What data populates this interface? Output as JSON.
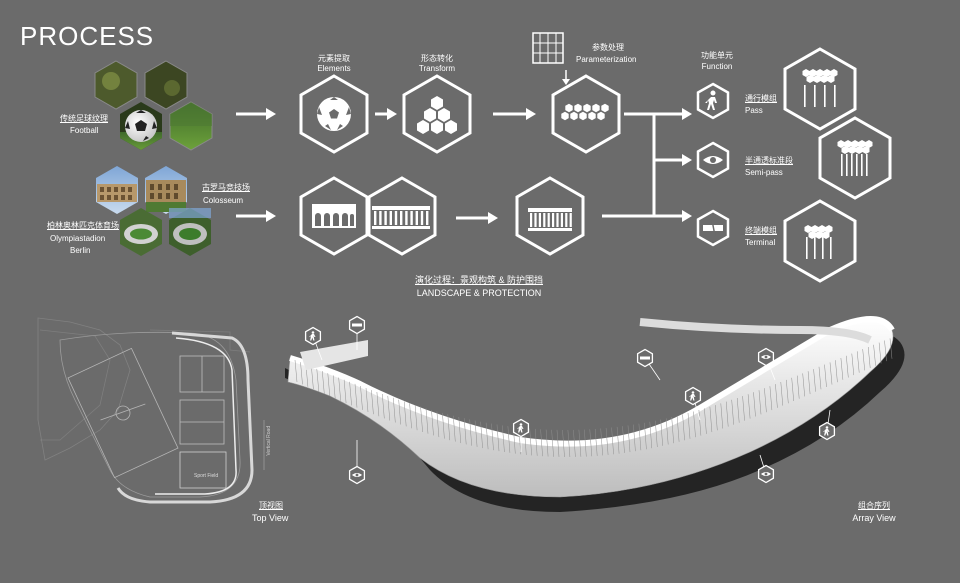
{
  "title": "PROCESS",
  "sources": {
    "football": {
      "cn": "传统足球纹理",
      "en": "Football"
    },
    "colosseum": {
      "cn": "古罗马竞技场",
      "en": "Colosseum"
    },
    "olympia": {
      "cn": "柏林奥林匹克体育场",
      "en1": "Olympiastadion",
      "en2": "Berlin"
    }
  },
  "steps": {
    "elements": {
      "cn": "元素提取",
      "en": "Elements"
    },
    "transform": {
      "cn": "形态转化",
      "en": "Transform"
    },
    "param": {
      "cn": "参数处理",
      "en": "Parameterization"
    },
    "function": {
      "cn": "功能单元",
      "en": "Function"
    }
  },
  "functions": {
    "pass": {
      "cn": "通行模组",
      "en": "Pass"
    },
    "semi": {
      "cn": "半通透标准段",
      "en": "Semi-pass"
    },
    "terminal": {
      "cn": "终端模组",
      "en": "Terminal"
    }
  },
  "evolution": {
    "cn": "演化过程：景观构筑 & 防护围挡",
    "en": "LANDSCAPE & PROTECTION"
  },
  "plan": {
    "cn": "顶视图",
    "en": "Top View",
    "field_label": "Sport Field",
    "road_label": "Vertical Road"
  },
  "array": {
    "cn": "组合序列",
    "en": "Array View"
  },
  "icons": [
    "soccer-ball-icon",
    "hexagon-cluster-icon",
    "honeycomb-icon",
    "arch-facade-icon",
    "colonnade-icon",
    "pedestrian-icon",
    "eye-icon",
    "terminal-icon",
    "grid-icon"
  ]
}
